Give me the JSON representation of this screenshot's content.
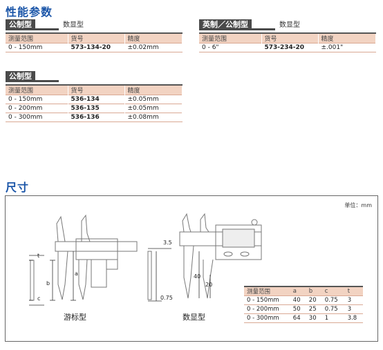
{
  "performance": {
    "title": "性能参数",
    "digital_metric": {
      "tag": "公制型",
      "subtitle": "数显型",
      "headers": [
        "测量范围",
        "货号",
        "精度"
      ],
      "rows": [
        [
          "0 - 150mm",
          "573-134-20",
          "±0.02mm"
        ]
      ]
    },
    "digital_inch": {
      "tag": "英制／公制型",
      "subtitle": "数显型",
      "headers": [
        "测量范围",
        "货号",
        "精度"
      ],
      "rows": [
        [
          "0 - 6\"",
          "573-234-20",
          "±.001\""
        ]
      ]
    },
    "vernier_metric": {
      "tag": "公制型",
      "headers": [
        "测量范围",
        "货号",
        "精度"
      ],
      "rows": [
        [
          "0 - 150mm",
          "536-134",
          "±0.05mm"
        ],
        [
          "0 - 200mm",
          "536-135",
          "±0.05mm"
        ],
        [
          "0 - 300mm",
          "536-136",
          "±0.08mm"
        ]
      ]
    }
  },
  "dimensions": {
    "title": "尺寸",
    "unit": "单位：mm",
    "vernier_caption": "游标型",
    "digital_caption": "数显型",
    "labels": {
      "t": "t",
      "b": "b",
      "c": "c",
      "a": "a",
      "d35": "3.5",
      "d075": "0.75",
      "d40": "40",
      "d20": "20"
    },
    "table": {
      "headers": [
        "测量范围",
        "a",
        "b",
        "c",
        "t"
      ],
      "rows": [
        [
          "0 - 150mm",
          "40",
          "20",
          "0.75",
          "3"
        ],
        [
          "0 - 200mm",
          "50",
          "25",
          "0.75",
          "3"
        ],
        [
          "0 - 300mm",
          "64",
          "30",
          "1",
          "3.8"
        ]
      ]
    }
  }
}
